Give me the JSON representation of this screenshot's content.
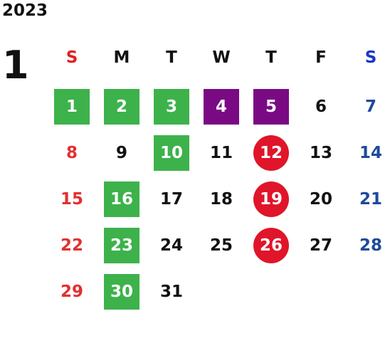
{
  "calendar": {
    "year": "2023",
    "month": "1",
    "weekdays": [
      "S",
      "M",
      "T",
      "W",
      "T",
      "F",
      "S"
    ],
    "colors": {
      "sunday": "#e23030",
      "saturday": "#1e4a9a",
      "weekday": "#111111",
      "header_sunday": "#e02020",
      "header_saturday": "#1a35c8",
      "green": "#3db24b",
      "purple": "#7a0a84",
      "red": "#e0152a"
    },
    "days": [
      {
        "label": "1",
        "highlight": "green"
      },
      {
        "label": "2",
        "highlight": "green"
      },
      {
        "label": "3",
        "highlight": "green"
      },
      {
        "label": "4",
        "highlight": "purple"
      },
      {
        "label": "5",
        "highlight": "purple"
      },
      {
        "label": "6",
        "highlight": ""
      },
      {
        "label": "7",
        "highlight": ""
      },
      {
        "label": "8",
        "highlight": ""
      },
      {
        "label": "9",
        "highlight": ""
      },
      {
        "label": "10",
        "highlight": "green"
      },
      {
        "label": "11",
        "highlight": ""
      },
      {
        "label": "12",
        "highlight": "red"
      },
      {
        "label": "13",
        "highlight": ""
      },
      {
        "label": "14",
        "highlight": ""
      },
      {
        "label": "15",
        "highlight": ""
      },
      {
        "label": "16",
        "highlight": "green"
      },
      {
        "label": "17",
        "highlight": ""
      },
      {
        "label": "18",
        "highlight": ""
      },
      {
        "label": "19",
        "highlight": "red"
      },
      {
        "label": "20",
        "highlight": ""
      },
      {
        "label": "21",
        "highlight": ""
      },
      {
        "label": "22",
        "highlight": ""
      },
      {
        "label": "23",
        "highlight": "green"
      },
      {
        "label": "24",
        "highlight": ""
      },
      {
        "label": "25",
        "highlight": ""
      },
      {
        "label": "26",
        "highlight": "red"
      },
      {
        "label": "27",
        "highlight": ""
      },
      {
        "label": "28",
        "highlight": ""
      },
      {
        "label": "29",
        "highlight": ""
      },
      {
        "label": "30",
        "highlight": "green"
      },
      {
        "label": "31",
        "highlight": ""
      }
    ]
  }
}
